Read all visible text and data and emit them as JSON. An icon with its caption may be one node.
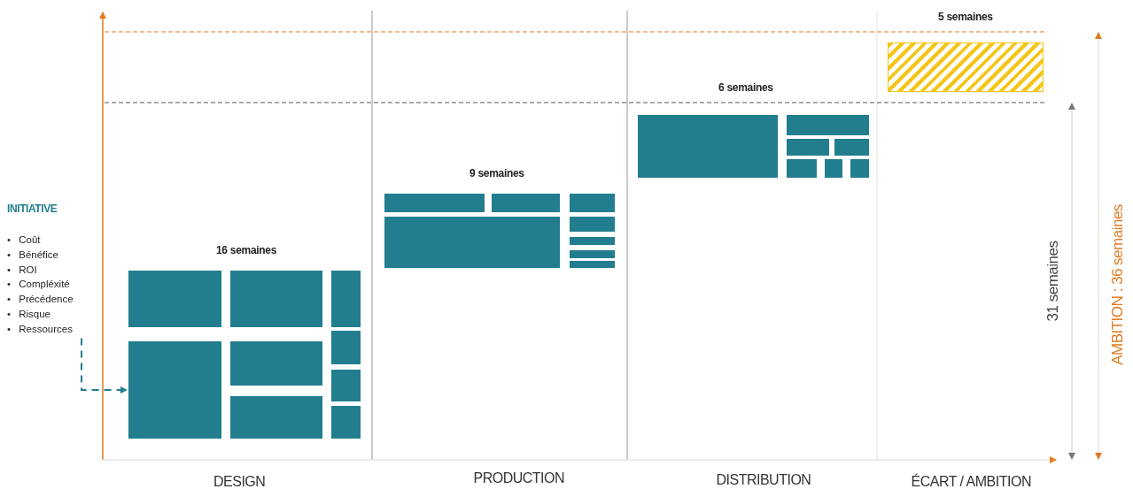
{
  "diagram": {
    "nodes": [
      {
        "text": [
          "INITIATIVE",
          "• Coût",
          "• Bénéfice",
          "• ROI",
          "• Compléxité",
          "• Précédence",
          "• Risque",
          "• Ressources"
        ]
      },
      {
        "text": [],
        "shape": "box"
      },
      {
        "text": [],
        "shape": "box"
      },
      {
        "text": [],
        "shape": "box"
      },
      {
        "text": [],
        "shape": "box"
      },
      {
        "text": [],
        "shape": "box"
      },
      {
        "text": [],
        "shape": "box"
      },
      {
        "text": [],
        "shape": "box"
      },
      {
        "text": [],
        "shape": "box"
      },
      {
        "text": [],
        "shape": "box"
      },
      {
        "text": [],
        "shape": "box"
      },
      {
        "text": [],
        "shape": "box"
      },
      {
        "text": [],
        "shape": "box"
      },
      {
        "text": [],
        "shape": "box"
      },
      {
        "text": [],
        "shape": "box"
      },
      {
        "text": [],
        "shape": "box"
      },
      {
        "text": [],
        "shape": "box"
      },
      {
        "text": [],
        "shape": "box"
      },
      {
        "text": [],
        "shape": "box"
      },
      {
        "text": [],
        "shape": "box"
      },
      {
        "text": [],
        "shape": "box"
      },
      {
        "text": [],
        "shape": "box"
      },
      {
        "text": [],
        "shape": "box"
      },
      {
        "text": [],
        "shape": "box"
      },
      {
        "text": [],
        "shape": "box"
      },
      {
        "text": [],
        "shape": "box"
      }
    ],
    "edges": [
      {
        "from": 0,
        "to": 5,
        "arrow": "to",
        "style": "dashed"
      }
    ],
    "labels": [
      "5 semaines",
      "6 semaines",
      "9 semaines",
      "16 semaines",
      "31 semaines",
      "AMBITION : 36 semaines",
      "DESIGN",
      "PRODUCTION",
      "DISTRIBUTION",
      "ÉCART / AMBITION"
    ]
  }
}
